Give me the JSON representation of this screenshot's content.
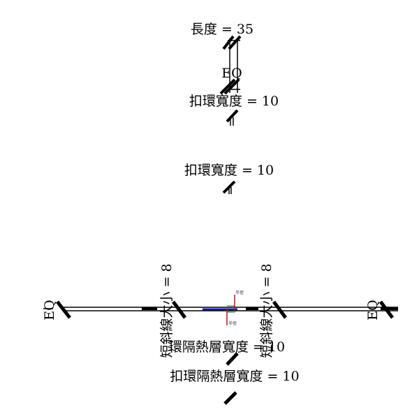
{
  "top": {
    "length_dim": "長度 = 35",
    "eq_label": "EQ",
    "buckle_width_dim_1": "扣環寬度 = 10",
    "buckle_width_dim_2": "扣環寬度 = 10"
  },
  "bottom": {
    "eq_left": "EQ",
    "eq_right": "EQ",
    "tick_size_left": "短斜線大小 = 8",
    "tick_size_right": "短斜線大小 = 8",
    "insulation_width_dim": "環隔熱層寬度 = 10",
    "buckle_insulation_width_dim": "扣環隔熱層寬度 = 10",
    "radius_label_top": "半徑",
    "radius_label_bottom": "半徑"
  },
  "colors": {
    "line": "#000000",
    "pipe": "#1a1aa0",
    "radius": "#c0101a",
    "ref": "#2e6b2e"
  }
}
